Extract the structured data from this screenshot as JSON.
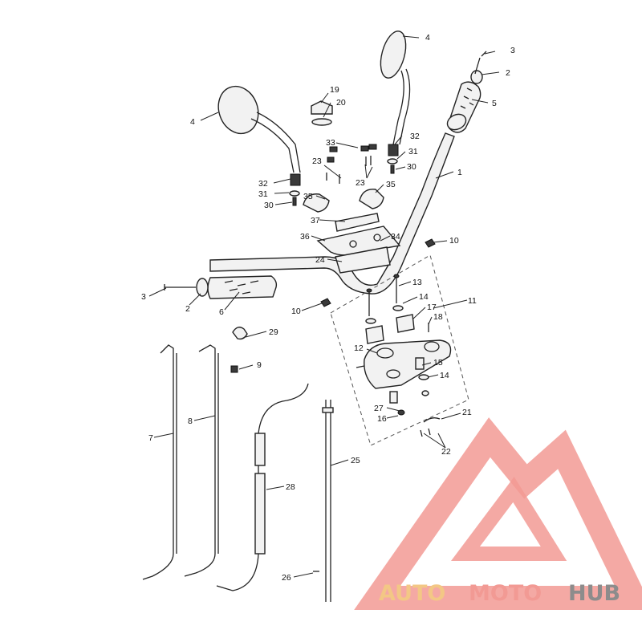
{
  "diagram": {
    "callouts": {
      "c1": "1",
      "c2a": "2",
      "c2b": "2",
      "c3a": "3",
      "c3b": "3",
      "c4a": "4",
      "c4b": "4",
      "c5": "5",
      "c6": "6",
      "c7": "7",
      "c8": "8",
      "c9": "9",
      "c10a": "10",
      "c10b": "10",
      "c11": "11",
      "c12": "12",
      "c13": "13",
      "c14a": "14",
      "c14b": "14",
      "c15": "15",
      "c16": "16",
      "c17": "17",
      "c18": "18",
      "c19": "19",
      "c20": "20",
      "c21": "21",
      "c22": "22",
      "c23a": "23",
      "c23b": "23",
      "c24": "24",
      "c25": "25",
      "c26": "26",
      "c27": "27",
      "c28": "28",
      "c29": "29",
      "c30a": "30",
      "c30b": "30",
      "c31a": "31",
      "c31b": "31",
      "c32a": "32",
      "c32b": "32",
      "c33": "33",
      "c34": "34",
      "c35a": "35",
      "c35b": "35",
      "c36": "36",
      "c37": "37"
    }
  },
  "watermark": {
    "word_auto": "AUTO",
    "word_moto": "MOTO",
    "word_hub": "HUB",
    "colors": {
      "auto": "#f3c785",
      "moto": "#f29a94",
      "hub": "#8c8c8c",
      "logo": "#f29a94"
    }
  }
}
